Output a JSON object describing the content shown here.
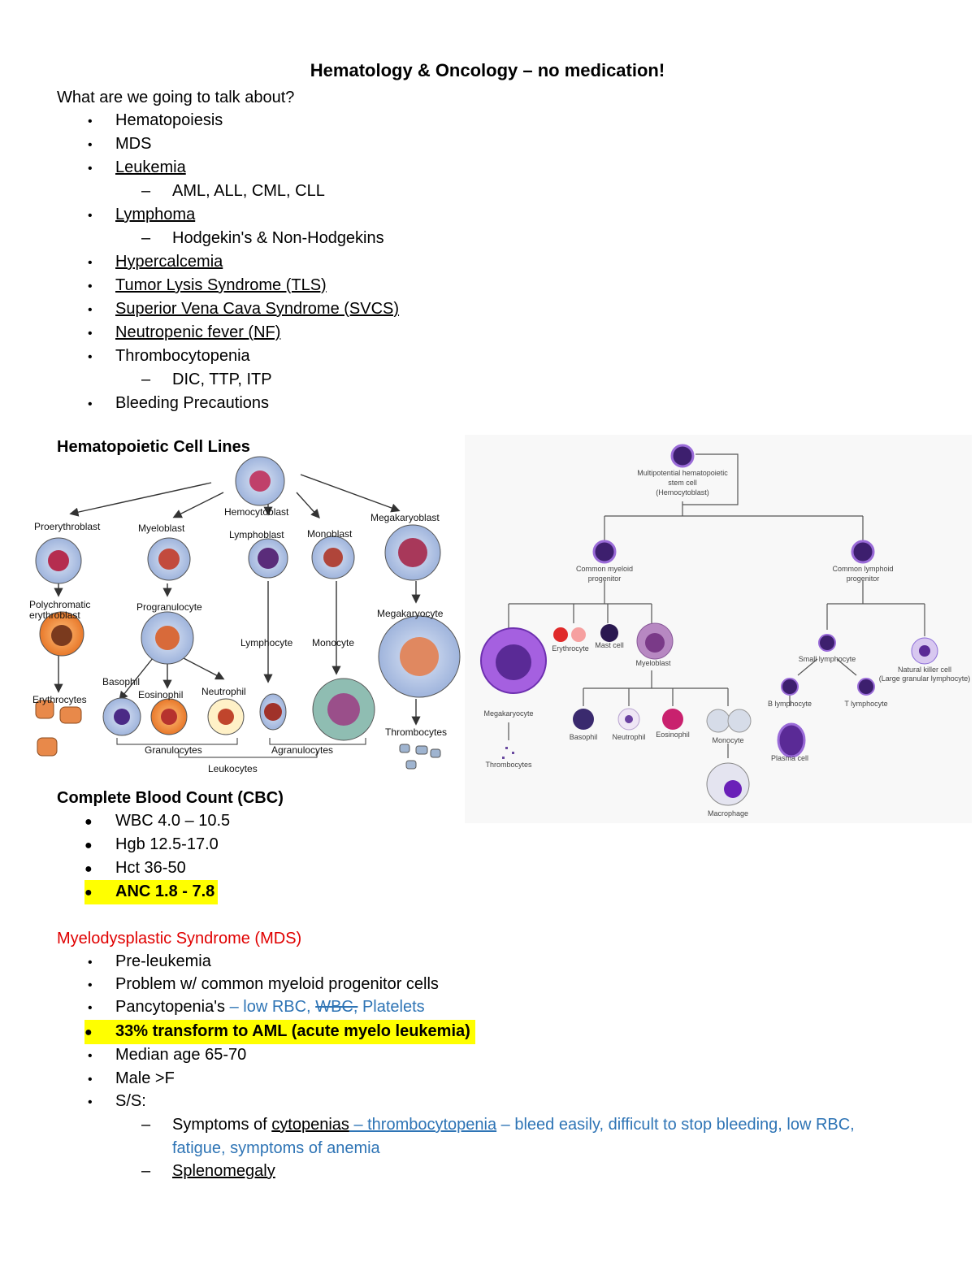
{
  "title": "Hematology & Oncology – no medication!",
  "intro": "What are we going to talk about?",
  "topics": [
    {
      "label": "Hematopoiesis",
      "underline": false
    },
    {
      "label": "MDS",
      "underline": false
    },
    {
      "label": "Leukemia",
      "underline": true,
      "sub": "AML, ALL, CML, CLL"
    },
    {
      "label": "Lymphoma",
      "underline": true,
      "sub": "Hodgekin's & Non-Hodgekins"
    },
    {
      "label": "Hypercalcemia",
      "underline": true
    },
    {
      "label": "Tumor Lysis Syndrome (TLS)",
      "underline": true
    },
    {
      "label": "Superior Vena Cava Syndrome (SVCS)",
      "underline": true
    },
    {
      "label": "Neutropenic fever (NF)",
      "underline": true
    },
    {
      "label": "Thrombocytopenia",
      "underline": false,
      "sub": "DIC, TTP, ITP"
    },
    {
      "label": "Bleeding Precautions",
      "underline": false
    }
  ],
  "cell_lines": {
    "heading": "Hematopoietic Cell Lines",
    "left_figure": {
      "hemocytoblast": "Hemocytoblast",
      "proerythroblast": "Proerythroblast",
      "myeloblast": "Myeloblast",
      "lymphoblast": "Lymphoblast",
      "monoblast": "Monoblast",
      "megakaryoblast": "Megakaryoblast",
      "polychromatic": "Polychromatic",
      "erythroblast": "erythroblast",
      "progranulocyte": "Progranulocyte",
      "megakaryocyte": "Megakaryocyte",
      "lymphocyte": "Lymphocyte",
      "monocyte": "Monocyte",
      "basophil": "Basophil",
      "eosinophil": "Eosinophil",
      "neutrophil": "Neutrophil",
      "erythrocytes": "Erythrocytes",
      "thrombocytes": "Thrombocytes",
      "granulocytes": "Granulocytes",
      "agranulocytes": "Agranulocytes",
      "leukocytes": "Leukocytes"
    },
    "right_figure": {
      "stem_line1": "Multipotential hematopoietic",
      "stem_line2": "stem cell",
      "stem_line3": "(Hemocytoblast)",
      "myeloid_line1": "Common myeloid",
      "myeloid_line2": "progenitor",
      "lymphoid_line1": "Common lymphoid",
      "lymphoid_line2": "progenitor",
      "megakaryocyte": "Megakaryocyte",
      "thrombocytes": "Thrombocytes",
      "erythrocyte": "Erythrocyte",
      "mast_cell": "Mast cell",
      "myeloblast": "Myeloblast",
      "basophil": "Basophil",
      "neutrophil": "Neutrophil",
      "eosinophil": "Eosinophil",
      "monocyte": "Monocyte",
      "macrophage": "Macrophage",
      "small_lymphocyte": "Small lymphocyte",
      "nk_line1": "Natural killer cell",
      "nk_line2": "(Large granular lymphocyte)",
      "b_lymphocyte": "B lymphocyte",
      "t_lymphocyte": "T lymphocyte",
      "plasma_cell": "Plasma cell"
    }
  },
  "cbc": {
    "heading": "Complete Blood Count (CBC)",
    "items": [
      "WBC 4.0 – 10.5",
      "Hgb 12.5-17.0",
      "Hct 36-50"
    ],
    "highlight_item": "ANC 1.8 - 7.8"
  },
  "mds": {
    "heading": "Myelodysplastic Syndrome (MDS)",
    "item1": "Pre-leukemia",
    "item2": "Problem w/ common myeloid progenitor cells",
    "item3_black": "Pancytopenia's",
    "item3_blue1": " – low RBC, ",
    "item3_strike": "WBC,",
    "item3_blue2": " Platelets",
    "item4": "33% transform to AML (acute myelo leukemia)",
    "item5": "Median age 65-70",
    "item6": "Male >F",
    "item7": "S/S:",
    "sub1_a": "Symptoms of ",
    "sub1_b": "cytopenias",
    "sub1_c": " – thrombocytopenia",
    "sub1_d": " – bleed easily, difficult to stop bleeding, low RBC,",
    "sub1_e": "fatigue, symptoms of anemia",
    "sub2": "Splenomegaly"
  }
}
